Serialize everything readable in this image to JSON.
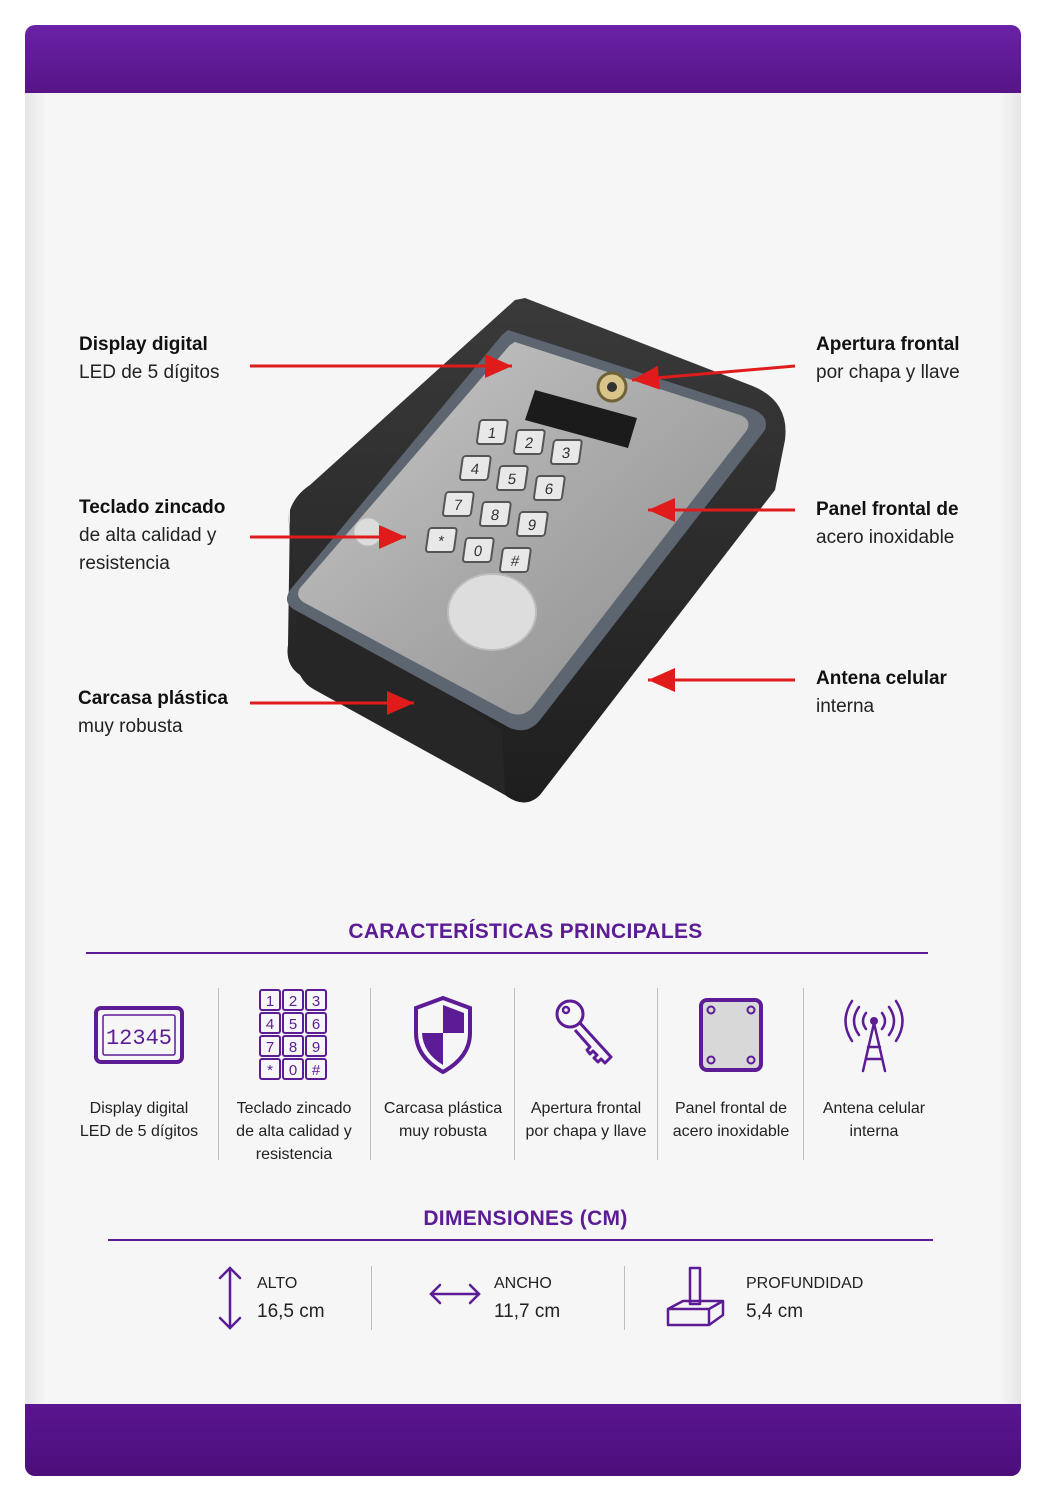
{
  "callouts": {
    "display": {
      "title": "Display digital",
      "sub": "LED de 5 dígitos"
    },
    "teclado": {
      "title": "Teclado zincado",
      "sub1": "de alta calidad y",
      "sub2": "resistencia"
    },
    "carcasa": {
      "title": "Carcasa plástica",
      "sub": "muy robusta"
    },
    "apertura": {
      "title": "Apertura frontal",
      "sub": "por chapa y llave"
    },
    "panel": {
      "title": "Panel frontal de",
      "sub": "acero inoxidable"
    },
    "antena": {
      "title": "Antena celular",
      "sub": "interna"
    }
  },
  "device": {
    "display_icon_text": "12345",
    "keys": [
      "1",
      "2",
      "3",
      "4",
      "5",
      "6",
      "7",
      "8",
      "9",
      "*",
      "0",
      "#"
    ]
  },
  "features": {
    "title": "CARACTERÍSTICAS PRINCIPALES",
    "items": [
      {
        "icon": "led-display-icon",
        "line1": "Display digital",
        "line2": "LED de 5 dígitos",
        "line3": ""
      },
      {
        "icon": "keypad-icon",
        "line1": "Teclado zincado",
        "line2": "de alta calidad y",
        "line3": "resistencia"
      },
      {
        "icon": "shield-icon",
        "line1": "Carcasa plástica",
        "line2": "muy robusta",
        "line3": ""
      },
      {
        "icon": "key-icon",
        "line1": "Apertura frontal",
        "line2": "por chapa y llave",
        "line3": ""
      },
      {
        "icon": "plate-icon",
        "line1": "Panel frontal de",
        "line2": "acero inoxidable",
        "line3": ""
      },
      {
        "icon": "antenna-icon",
        "line1": "Antena celular",
        "line2": "interna",
        "line3": ""
      }
    ]
  },
  "dimensions": {
    "title": "DIMENSIONES (CM)",
    "alto": {
      "label": "ALTO",
      "value": "16,5 cm"
    },
    "ancho": {
      "label": "ANCHO",
      "value": "11,7 cm"
    },
    "profundidad": {
      "label": "PROFUNDIDAD",
      "value": "5,4 cm"
    }
  },
  "colors": {
    "brand": "#5b1c95",
    "arrow": "#e01b1b"
  }
}
